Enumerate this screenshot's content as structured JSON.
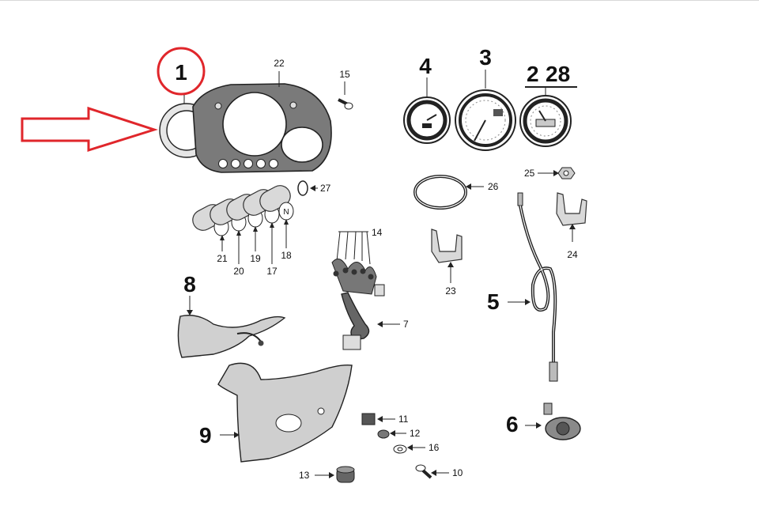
{
  "colors": {
    "highlight": "#e0262b",
    "ink": "#222222",
    "part_shade": "#9a9a9a",
    "light_shade": "#d9d9d9"
  },
  "callouts": {
    "c1": "1",
    "c2": "2",
    "c3": "3",
    "c4": "4",
    "c5": "5",
    "c6": "6",
    "c7": "7",
    "c8": "8",
    "c9": "9",
    "c10": "10",
    "c11": "11",
    "c12": "12",
    "c13": "13",
    "c14": "14",
    "c15": "15",
    "c16": "16",
    "c17": "17",
    "c18": "18",
    "c19": "19",
    "c20": "20",
    "c21": "21",
    "c22": "22",
    "c23": "23",
    "c24": "24",
    "c25": "25",
    "c26": "26",
    "c27": "27",
    "c28": "28"
  },
  "icons": {
    "highlight_circle": "red-circle-icon",
    "pointer": "red-outline-arrow-icon",
    "warning_lamps": [
      "high-beam-icon",
      "turn-signal-icon",
      "oil-icon",
      "fuel-icon",
      "neutral-icon"
    ]
  },
  "lamp_symbols": [
    "N"
  ]
}
